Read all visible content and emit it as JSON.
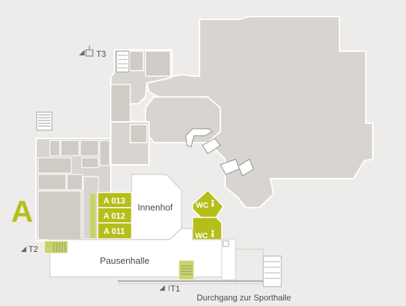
{
  "colors": {
    "background": "#eeecea",
    "building": "#d8d5d0",
    "room": "#cfcbc5",
    "wall": "#ffffff",
    "open_area": "#ffffff",
    "highlight": "#b4bf1a",
    "highlight_light": "#c9d36a",
    "text_dark": "#4a4a4a",
    "text_light": "#ffffff"
  },
  "map": {
    "section_letter": "A",
    "rooms": [
      {
        "id": "A013",
        "label": "A 013"
      },
      {
        "id": "A012",
        "label": "A 012"
      },
      {
        "id": "A011",
        "label": "A 011"
      }
    ],
    "areas": {
      "innenhof": "Innenhof",
      "pausenhalle": "Pausenhalle"
    },
    "toilets": [
      {
        "id": "wc-upper",
        "label": "WC"
      },
      {
        "id": "wc-lower",
        "label": "WC"
      }
    ],
    "stairs": [
      {
        "id": "T1",
        "label": "T1"
      },
      {
        "id": "T2",
        "label": "T2"
      },
      {
        "id": "T3",
        "label": "T3"
      }
    ],
    "passage": "Durchgang zur Sporthalle"
  }
}
